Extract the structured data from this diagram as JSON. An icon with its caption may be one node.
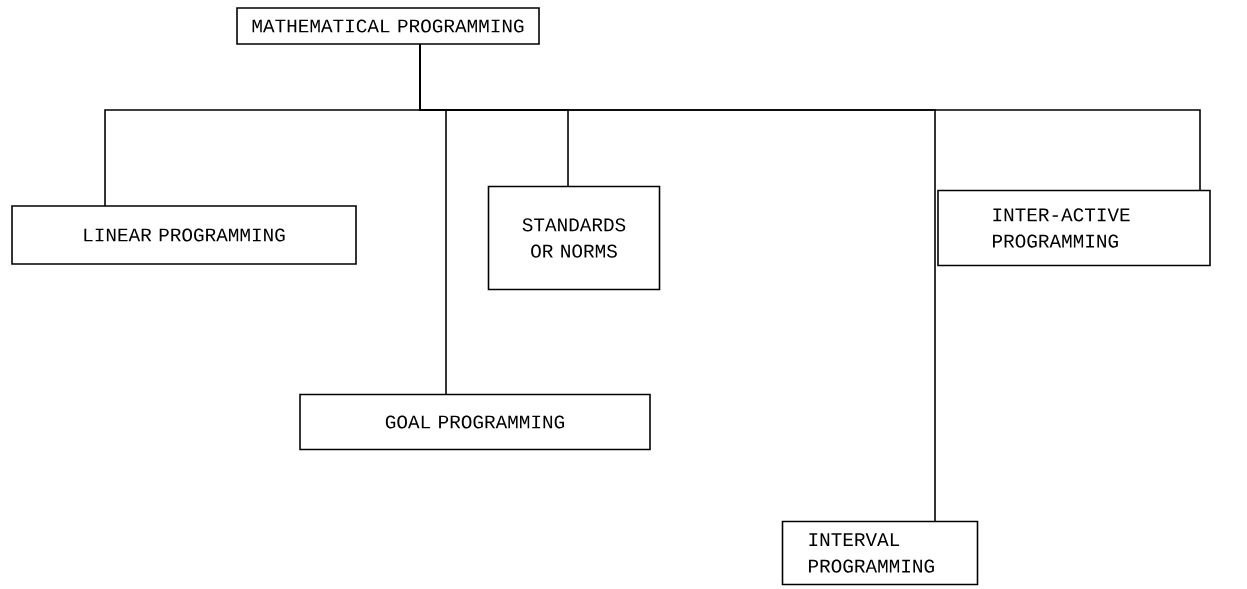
{
  "diagram": {
    "nodes": [
      {
        "text": [
          "MATHEMATICAL PROGRAMMING"
        ]
      },
      {
        "text": [
          "LINEAR PROGRAMMING"
        ]
      },
      {
        "text": [
          "GOAL PROGRAMMING"
        ]
      },
      {
        "text": [
          "STANDARDS OR NORMS"
        ]
      },
      {
        "text": [
          "INTER-ACTIVE PROGRAMMING"
        ]
      },
      {
        "text": [
          "INTERVAL PROGRAMMING"
        ]
      }
    ],
    "edges": [
      {
        "from": 0,
        "to": 1,
        "arrow": "none"
      },
      {
        "from": 0,
        "to": 2,
        "arrow": "none"
      },
      {
        "from": 0,
        "to": 3,
        "arrow": "none"
      },
      {
        "from": 0,
        "to": 4,
        "arrow": "none"
      },
      {
        "from": 0,
        "to": 5,
        "arrow": "none"
      }
    ]
  }
}
